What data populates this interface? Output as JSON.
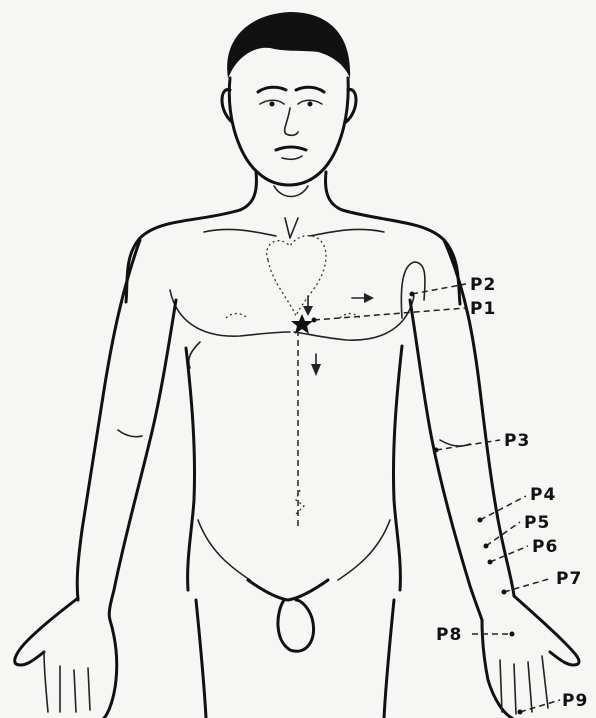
{
  "points": [
    {
      "id": "P1",
      "label": "P1"
    },
    {
      "id": "P2",
      "label": "P2"
    },
    {
      "id": "P3",
      "label": "P3"
    },
    {
      "id": "P4",
      "label": "P4"
    },
    {
      "id": "P5",
      "label": "P5"
    },
    {
      "id": "P6",
      "label": "P6"
    },
    {
      "id": "P7",
      "label": "P7"
    },
    {
      "id": "P8",
      "label": "P8"
    },
    {
      "id": "P9",
      "label": "P9"
    }
  ]
}
